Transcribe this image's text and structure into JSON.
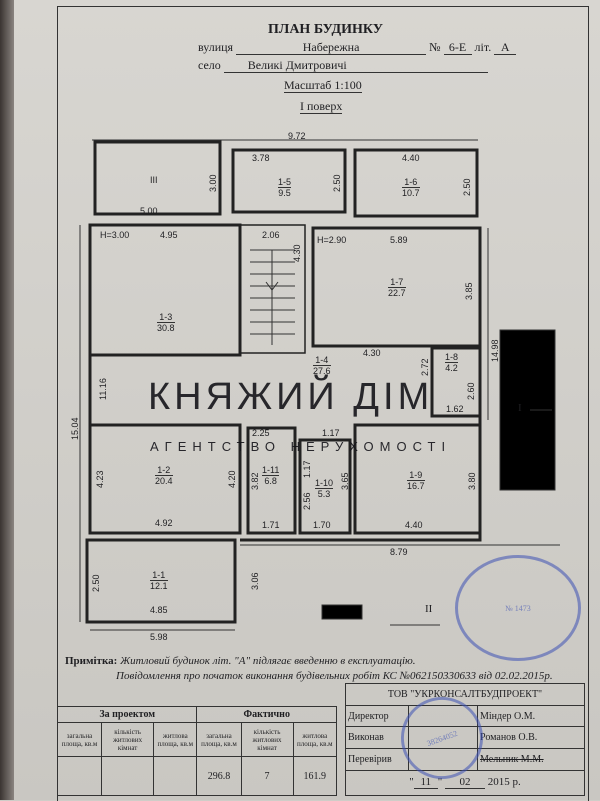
{
  "header": {
    "title": "ПЛАН БУДИНКУ",
    "street_label": "вулиця",
    "street": "Набережна",
    "number_label": "№",
    "number": "6-Е",
    "letter_label": "літ.",
    "letter": "А",
    "village_label": "село",
    "village": "Великі Дмитровичі",
    "scale": "Масштаб 1:100",
    "floor": "І поверх"
  },
  "rooms": [
    {
      "id": "III",
      "area": ""
    },
    {
      "id": "1-5",
      "area": "9.5"
    },
    {
      "id": "1-6",
      "area": "10.7"
    },
    {
      "id": "1-3",
      "area": "30.8"
    },
    {
      "id": "1-7",
      "area": "22.7"
    },
    {
      "id": "1-4",
      "area": "27.6"
    },
    {
      "id": "1-8",
      "area": "4.2"
    },
    {
      "id": "1-2",
      "area": "20.4"
    },
    {
      "id": "1-11",
      "area": "6.8"
    },
    {
      "id": "1-10",
      "area": "5.3"
    },
    {
      "id": "1-9",
      "area": "16.7"
    },
    {
      "id": "1-1",
      "area": "12.1"
    }
  ],
  "dimensions": [
    "9.72",
    "3.78",
    "4.40",
    "3.00",
    "2.50",
    "2.50",
    "5.00",
    "H=3.00",
    "4.95",
    "2.06",
    "4.30",
    "H=2.90",
    "5.89",
    "3.85",
    "4.30",
    "14.98",
    "2.72",
    "2.60",
    "1.62",
    "11.16",
    "15.04",
    "2.25",
    "1.17",
    "1.17",
    "4.23",
    "4.20",
    "3.82",
    "2.56",
    "3.65",
    "3.80",
    "4.92",
    "1.71",
    "1.70",
    "4.40",
    "8.79",
    "2.50",
    "3.06",
    "4.85",
    "5.98"
  ],
  "markers": {
    "entrance": "I",
    "yard": "II"
  },
  "watermark": {
    "name": "КНЯЖИЙ ДІМ",
    "subtitle": "АГЕНТСТВО НЕРУХОМОСТІ"
  },
  "note": {
    "label": "Примітка:",
    "line1": "Житловий будинок літ. \"А\" підлягає введенню в експлуатацію.",
    "line2": "Повідомлення про початок виконання будівельних робіт  КС №062150330633 від 02.02.2015р."
  },
  "summary": {
    "project": "За проектом",
    "actual": "Фактично",
    "cols": [
      "загальна площа, кв.м",
      "кількість житлових кімнат",
      "житлова площа, кв.м",
      "загальна площа, кв.м",
      "кількість житлових кімнат",
      "житлова площа, кв.м"
    ],
    "values": [
      "",
      "",
      "",
      "296.8",
      "7",
      "161.9"
    ]
  },
  "company": {
    "name": "ТОВ \"УКРКОНСАЛТБУДПРОЕКТ\"",
    "rows": [
      {
        "role": "Директор",
        "name": "Міндер О.М."
      },
      {
        "role": "Виконав",
        "name": "Романов О.В."
      },
      {
        "role": "Перевірив",
        "name": "Мельник М.М."
      }
    ],
    "day": "11",
    "month": "02",
    "year": "2015 р."
  },
  "stamps": [
    "38264052",
    "№ 1473"
  ]
}
